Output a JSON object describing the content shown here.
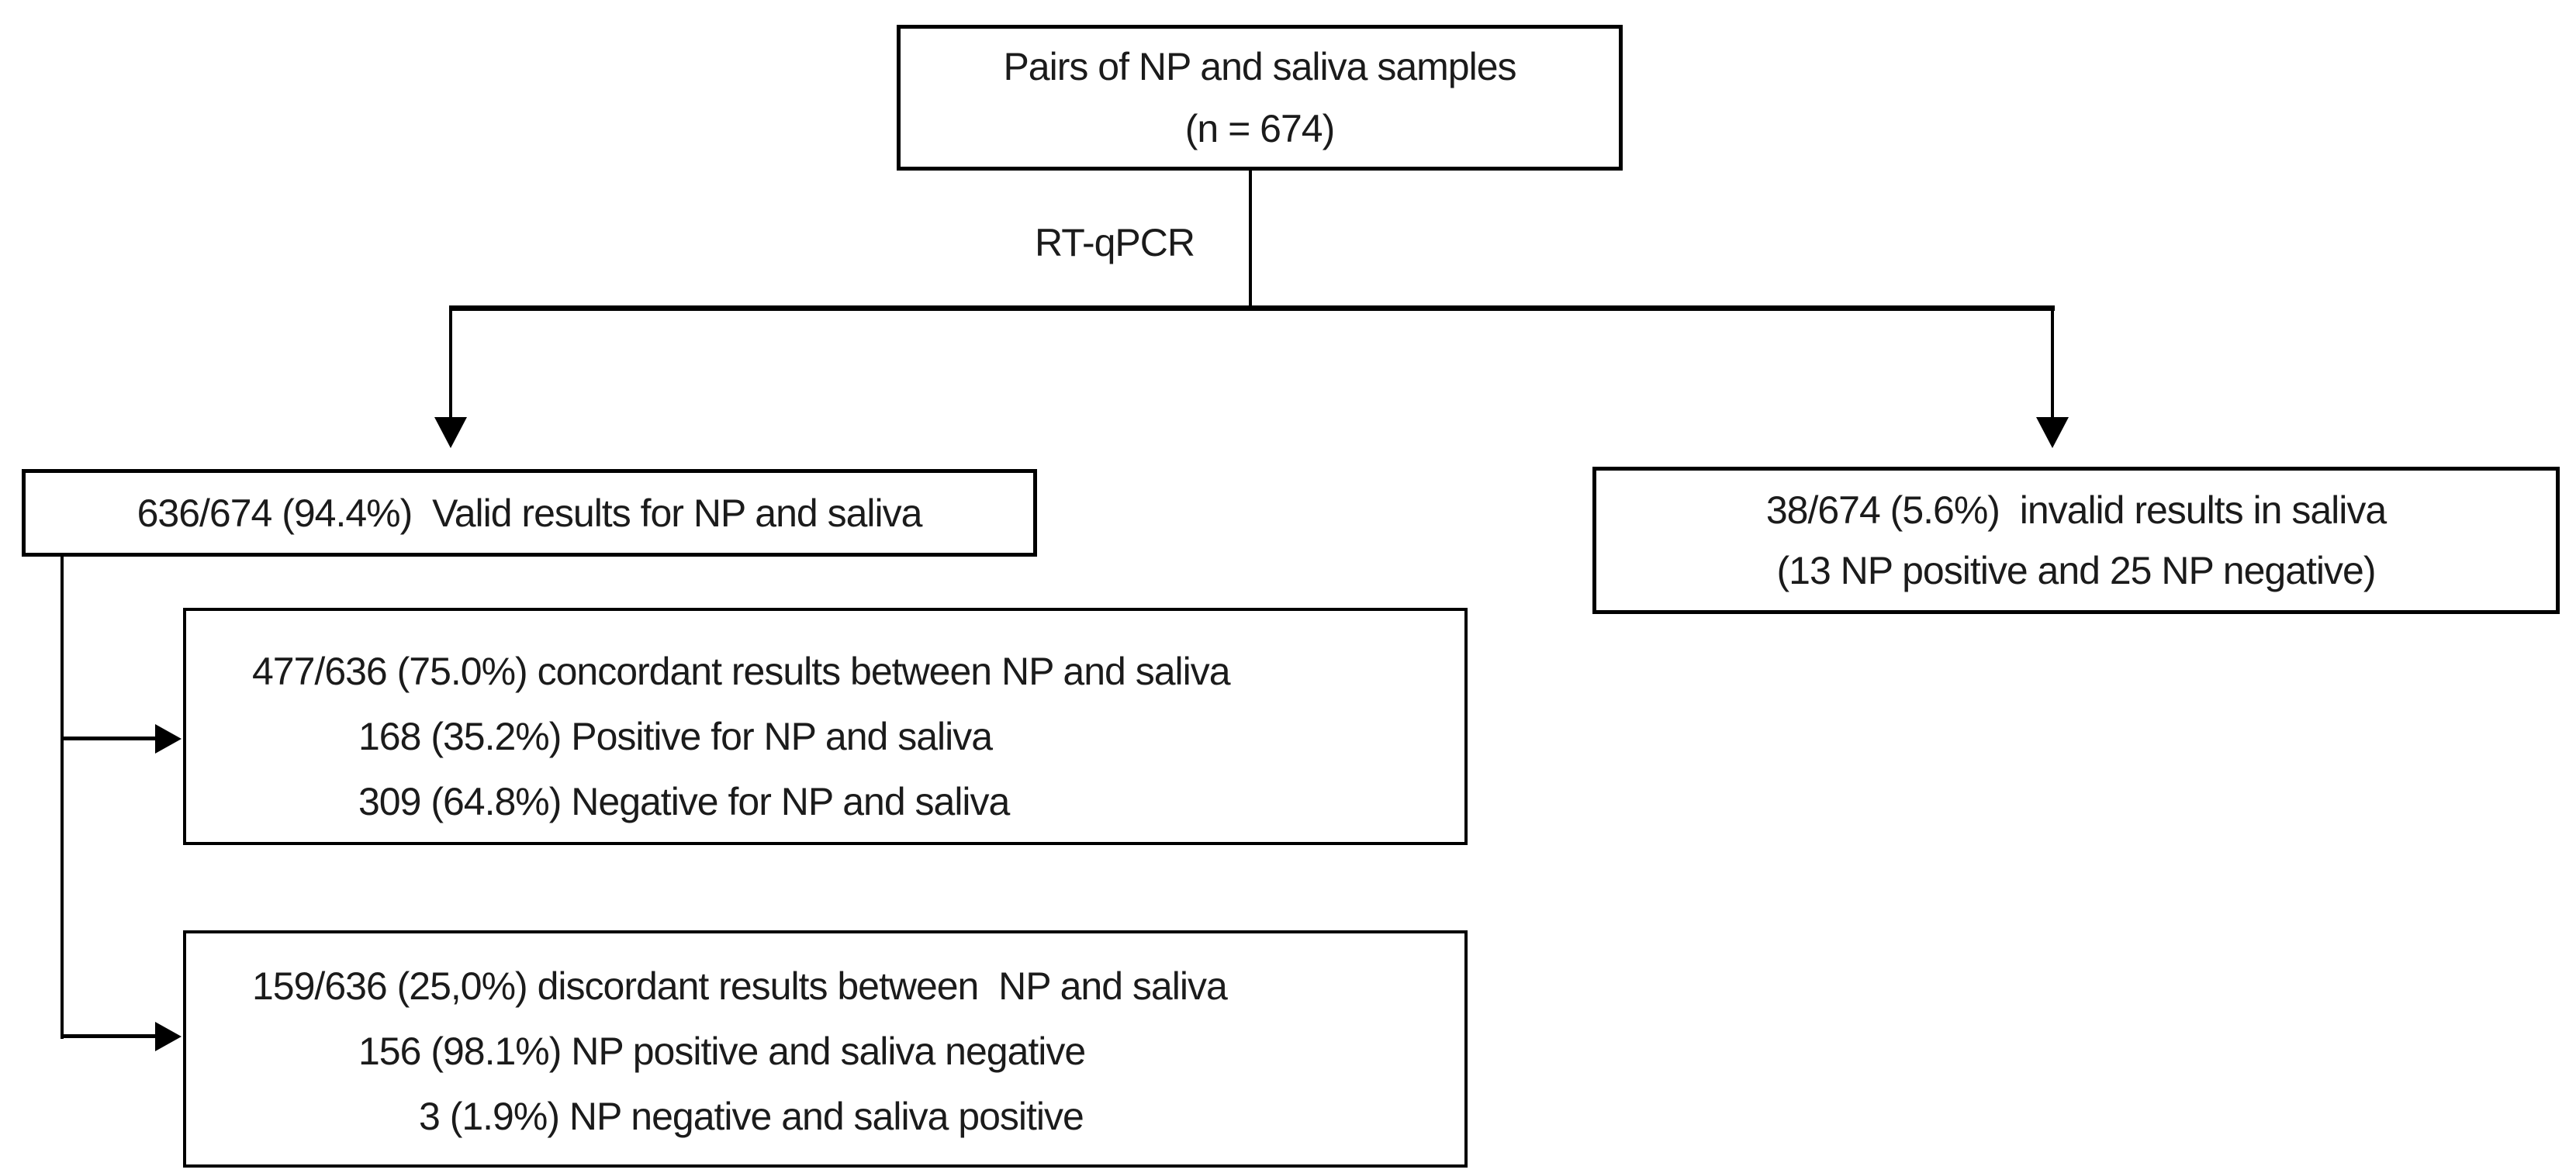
{
  "figure": {
    "top_box": {
      "line1": "Pairs of NP and saliva samples",
      "line2": "(n = 674)"
    },
    "process_label": "RT-qPCR",
    "valid_box": {
      "line1": "636/674 (94.4%)  Valid results for NP and saliva"
    },
    "invalid_box": {
      "line1": "38/674 (5.6%)  invalid results in saliva",
      "line2": "(13 NP positive and 25 NP negative)"
    },
    "concordant_box": {
      "line1": "477/636 (75.0%) concordant results between NP and saliva",
      "line2": "168 (35.2%) Positive for NP and saliva",
      "line3": "309 (64.8%) Negative for NP and saliva"
    },
    "discordant_box": {
      "line1": "159/636 (25,0%) discordant results between  NP and saliva",
      "line2": "156 (98.1%) NP positive and saliva negative",
      "line3": "3 (1.9%) NP negative and saliva positive"
    }
  },
  "colors": {
    "line": "#000000",
    "text": "#1b1b1b",
    "background": "#ffffff"
  }
}
